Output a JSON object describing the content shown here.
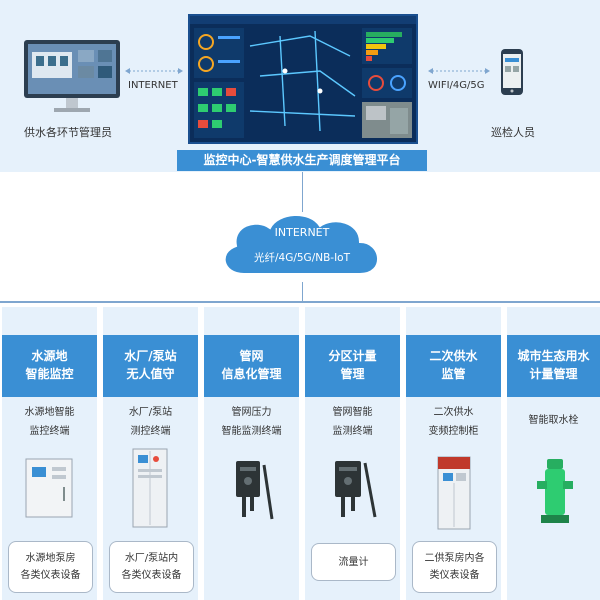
{
  "top": {
    "admin_label": "供水各环节管理员",
    "internet_left": "INTERNET",
    "wifi_label": "WIFI/4G/5G",
    "inspector_label": "巡检人员",
    "platform_banner": "监控中心-智慧供水生产调度管理平台"
  },
  "cloud": {
    "line1": "INTERNET",
    "line2": "光纤/4G/5G/NB-IoT"
  },
  "columns": [
    {
      "title1": "水源地",
      "title2": "智能监控",
      "device1": "水源地智能",
      "device2": "监控终端",
      "sub1": "水源地泵房",
      "sub2": "各类仪表设备"
    },
    {
      "title1": "水厂/泵站",
      "title2": "无人值守",
      "device1": "水厂/泵站",
      "device2": "测控终端",
      "sub1": "水厂/泵站内",
      "sub2": "各类仪表设备"
    },
    {
      "title1": "管网",
      "title2": "信息化管理",
      "device1": "管网压力",
      "device2": "智能监测终端"
    },
    {
      "title1": "分区计量",
      "title2": "管理",
      "device1": "管网智能",
      "device2": "监测终端",
      "sub1": "流量计"
    },
    {
      "title1": "二次供水",
      "title2": "监管",
      "device1": "二次供水",
      "device2": "变频控制柜",
      "sub1": "二供泵房内各",
      "sub2": "类仪表设备"
    },
    {
      "title1": "城市生态用水",
      "title2": "计量管理",
      "device1": "智能取水栓"
    }
  ],
  "colors": {
    "accent": "#3a8fd4",
    "band": "#e6f1fb",
    "screen": "#0b2d5a"
  }
}
